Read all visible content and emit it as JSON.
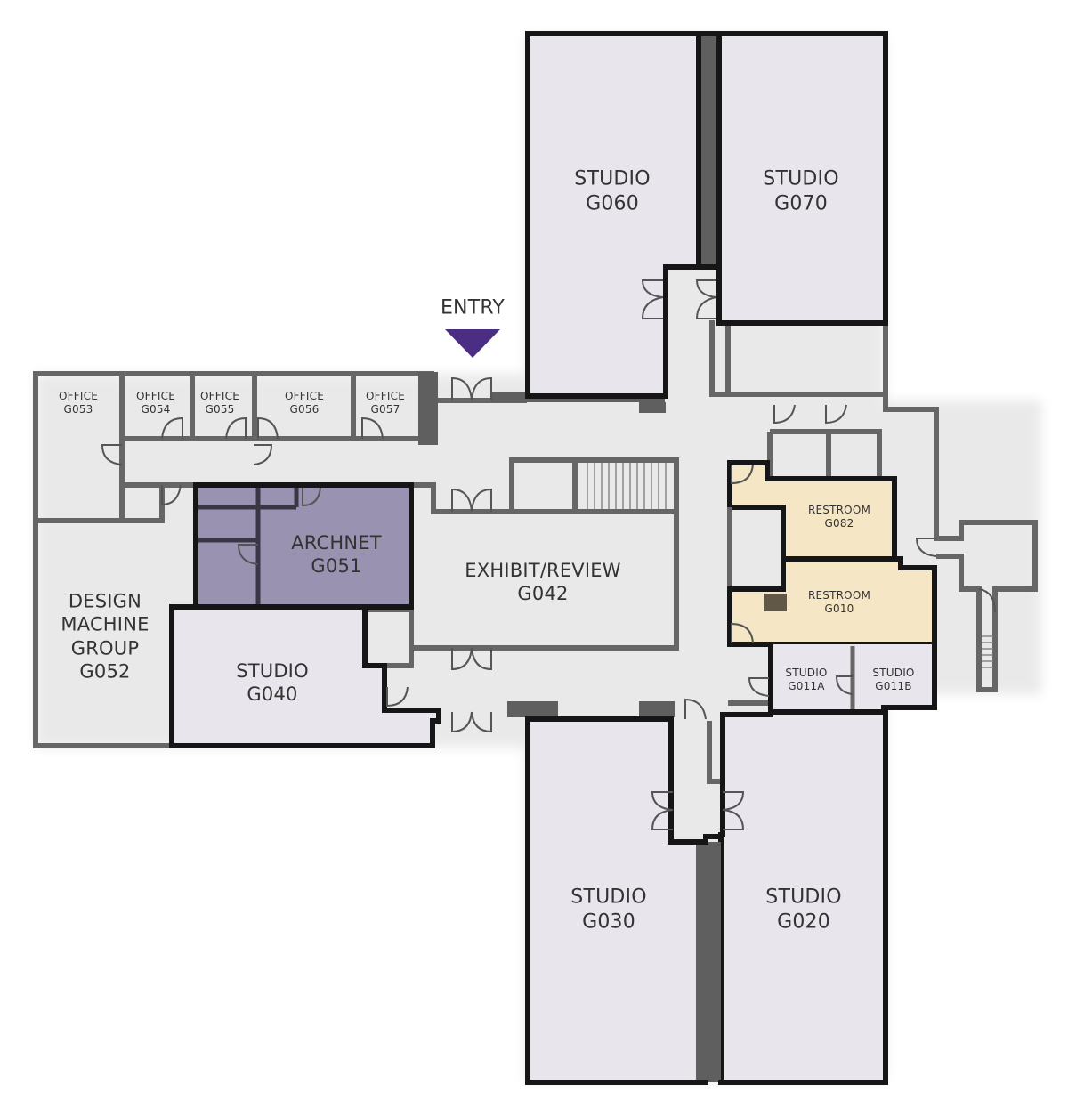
{
  "map": {
    "entry": {
      "label": "ENTRY",
      "marker_color": "#4b2e83"
    },
    "colors": {
      "studio_fill": "#e8e5ed",
      "archnet_fill": "#9a92b1",
      "restroom_fill": "#f5e7c6",
      "bold_wall": "#161616",
      "thin_wall": "#666666",
      "background": "#ffffff"
    },
    "rooms": {
      "g060": {
        "type": "STUDIO",
        "number": "G060"
      },
      "g070": {
        "type": "STUDIO",
        "number": "G070"
      },
      "g053": {
        "type": "OFFICE",
        "number": "G053"
      },
      "g054": {
        "type": "OFFICE",
        "number": "G054"
      },
      "g055": {
        "type": "OFFICE",
        "number": "G055"
      },
      "g056": {
        "type": "OFFICE",
        "number": "G056"
      },
      "g057": {
        "type": "OFFICE",
        "number": "G057"
      },
      "g051": {
        "type": "ARCHNET",
        "number": "G051",
        "highlighted": true
      },
      "g042": {
        "type": "EXHIBIT/REVIEW",
        "number": "G042"
      },
      "g052": {
        "line1": "DESIGN",
        "line2": "MACHINE",
        "line3": "GROUP",
        "number": "G052"
      },
      "g040": {
        "type": "STUDIO",
        "number": "G040"
      },
      "g082": {
        "type": "RESTROOM",
        "number": "G082"
      },
      "g010": {
        "type": "RESTROOM",
        "number": "G010"
      },
      "g011a": {
        "type": "STUDIO",
        "number": "G011A"
      },
      "g011b": {
        "type": "STUDIO",
        "number": "G011B"
      },
      "g030": {
        "type": "STUDIO",
        "number": "G030"
      },
      "g020": {
        "type": "STUDIO",
        "number": "G020"
      }
    }
  }
}
